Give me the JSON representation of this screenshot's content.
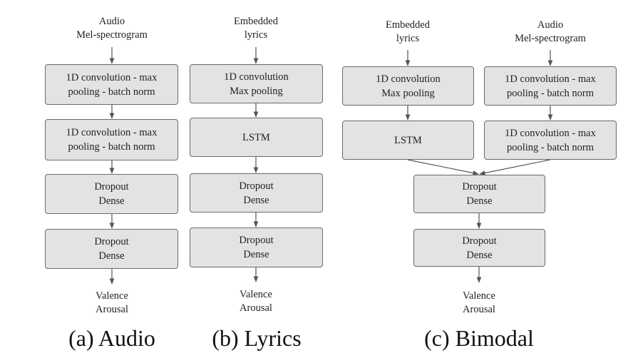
{
  "audio": {
    "input": "Audio\nMel-spectrogram",
    "blocks": [
      "1D convolution - max\npooling - batch norm",
      "1D convolution - max\npooling - batch norm",
      "Dropout\nDense",
      "Dropout\nDense"
    ],
    "output": "Valence\nArousal",
    "caption": "(a) Audio"
  },
  "lyrics": {
    "input": "Embedded\nlyrics",
    "blocks": [
      "1D convolution\nMax pooling",
      "LSTM",
      "Dropout\nDense",
      "Dropout\nDense"
    ],
    "output": "Valence\nArousal",
    "caption": "(b) Lyrics"
  },
  "bimodal": {
    "lyrics_input": "Embedded\nlyrics",
    "audio_input": "Audio\nMel-spectrogram",
    "lyrics_blocks": [
      "1D convolution\nMax pooling",
      "LSTM"
    ],
    "audio_blocks": [
      "1D convolution - max\npooling - batch norm",
      "1D convolution - max\npooling - batch norm"
    ],
    "merged_blocks": [
      "Dropout\nDense",
      "Dropout\nDense"
    ],
    "output": "Valence\nArousal",
    "caption": "(c) Bimodal"
  }
}
